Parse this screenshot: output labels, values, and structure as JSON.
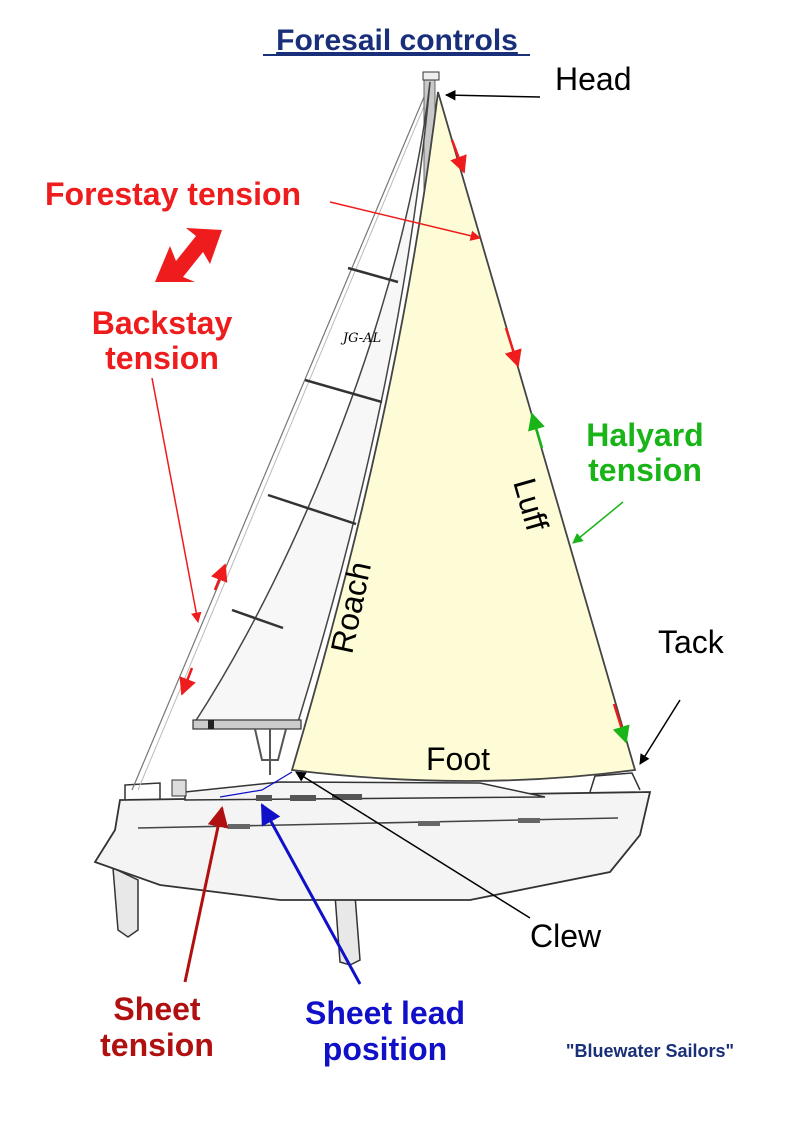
{
  "title": "Foresail controls",
  "credit": "\"Bluewater Sailors\"",
  "sail_logo": "JG-AL",
  "labels": {
    "head": "Head",
    "tack": "Tack",
    "foot": "Foot",
    "clew": "Clew",
    "luff": "Luff",
    "roach": "Roach",
    "forestay_tension": "Forestay tension",
    "backstay_line1": "Backstay",
    "backstay_line2": "tension",
    "halyard_line1": "Halyard",
    "halyard_line2": "tension",
    "sheet_tension_line1": "Sheet",
    "sheet_tension_line2": "tension",
    "sheet_lead_line1": "Sheet lead",
    "sheet_lead_line2": "position"
  },
  "colors": {
    "title": "#1a2f7a",
    "forestay": "#ee1c1c",
    "halyard": "#18b418",
    "sheet_tension": "#b01010",
    "sheet_lead": "#1010c8",
    "foresail": "#fdfcd6",
    "mainsail": "#f7f7f7"
  }
}
